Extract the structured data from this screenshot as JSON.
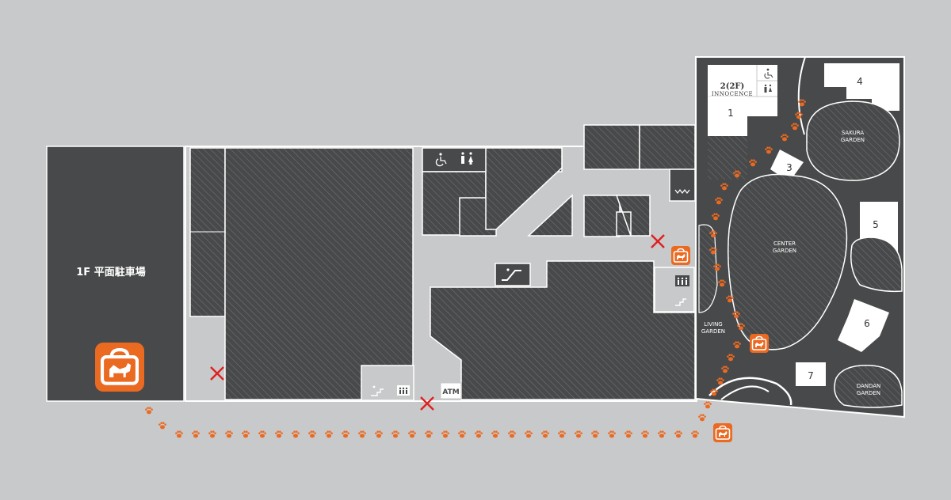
{
  "parking": {
    "label": "1F 平面駐車場"
  },
  "garden": {
    "sakura": "SAKURA\nGARDEN",
    "center": "CENTER\nGARDEN",
    "living": "LIVING\nGARDEN",
    "dandan": "DANDAN\nGARDEN"
  },
  "buildings": [
    "1",
    "2",
    "3",
    "4",
    "5",
    "6",
    "7"
  ],
  "innocence": {
    "floor": "2(2F)",
    "name": "INNOCENCE"
  },
  "atm": {
    "label": "ATM"
  },
  "colors": {
    "building": "#48494a",
    "walkway": "#ffffff",
    "background": "#c8c9ca",
    "accent": "#ea6a22",
    "prohibited": "#e02020"
  },
  "icons": [
    "pet-carrier-icon",
    "paw-print-icon",
    "prohibited-x-icon",
    "restroom-icon",
    "wheelchair-icon",
    "elevator-icon",
    "escalator-icon",
    "stairs-icon"
  ]
}
